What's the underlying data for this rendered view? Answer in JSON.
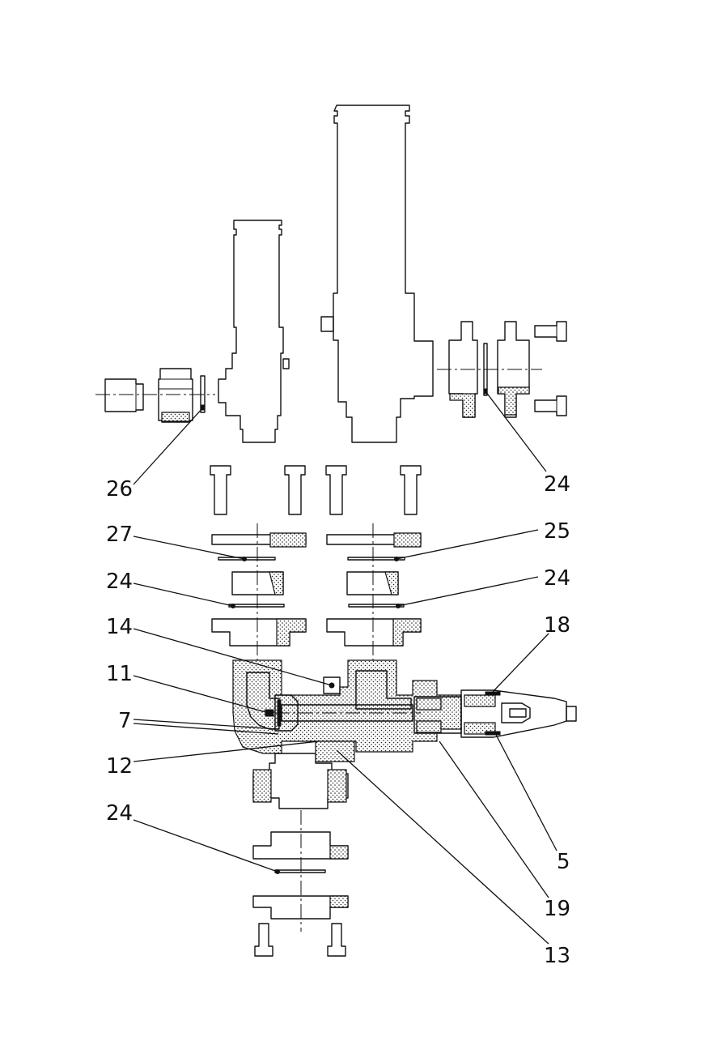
{
  "callouts": {
    "c26": "26",
    "c24_top_right": "24",
    "c27": "27",
    "c25": "25",
    "c24_left": "24",
    "c24_right": "24",
    "c14": "14",
    "c18": "18",
    "c11": "11",
    "c7": "7",
    "c12": "12",
    "c24_bottom": "24",
    "c5": "5",
    "c19": "19",
    "c13": "13"
  }
}
